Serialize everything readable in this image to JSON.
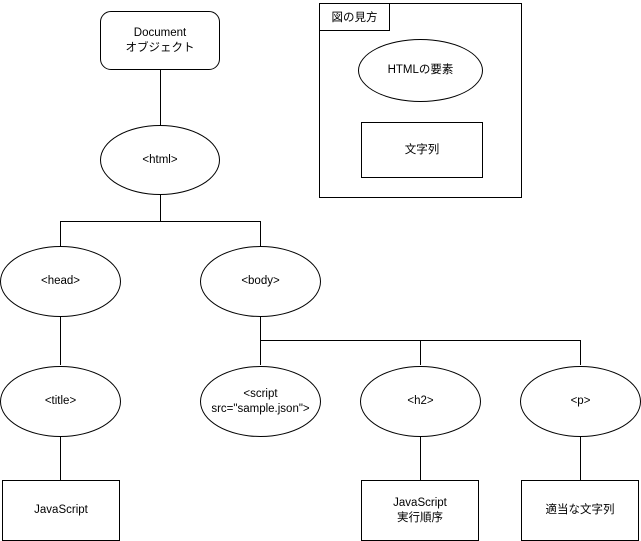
{
  "diagram": {
    "title_nodes": {
      "document": "Document\nオブジェクト",
      "html": "<html>",
      "head": "<head>",
      "body": "<body>",
      "title": "<title>",
      "script": "<script\nsrc=\"sample.json\">",
      "h2": "<h2>",
      "p": "<p>"
    },
    "text_nodes": {
      "javascript": "JavaScript",
      "javascript_order": "JavaScript\n実行順序",
      "arbitrary_string": "適当な文字列"
    },
    "legend": {
      "tab_label": "図の見方",
      "element_label": "HTMLの要素",
      "string_label": "文字列"
    },
    "colors": {
      "stroke": "#000000",
      "fill": "#ffffff",
      "text": "#000000"
    }
  }
}
